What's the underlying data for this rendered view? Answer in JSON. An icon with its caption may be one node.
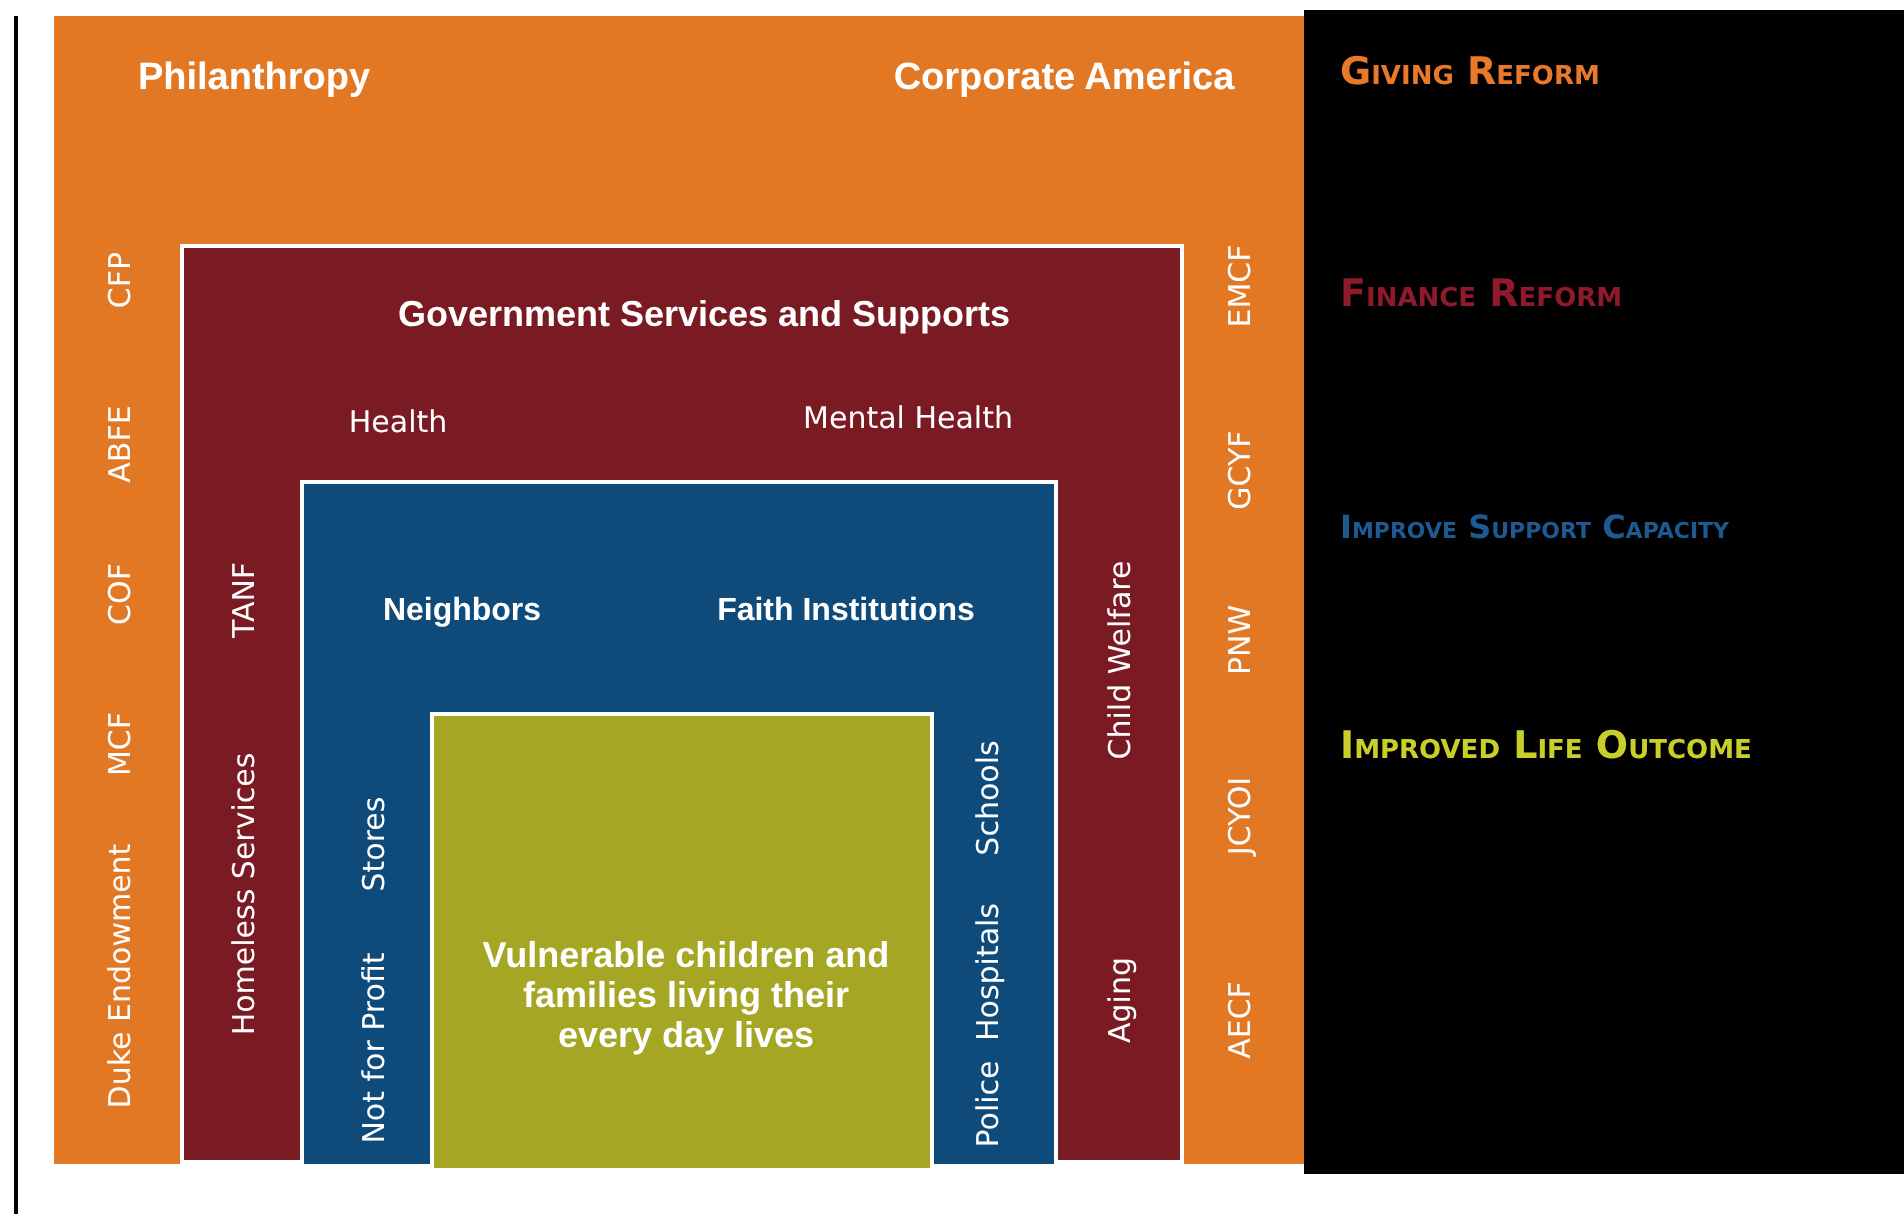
{
  "diagram": {
    "nodes": [
      {
        "text": [
          "Philanthropy",
          "Corporate America",
          "CFP",
          "ABFE",
          "COF",
          "MCF",
          "Duke Endowment",
          "EMCF",
          "GCYF",
          "PNW",
          "JCYOI",
          "AECF"
        ]
      },
      {
        "text": [
          "Government Services and Supports",
          "Health",
          "Mental Health",
          "TANF",
          "Homeless Services",
          "Child Welfare",
          "Aging"
        ],
        "in": 0
      },
      {
        "text": [
          "Neighbors",
          "Faith Institutions",
          "Stores",
          "Not for Profit",
          "Schools",
          "Hospitals",
          "Police"
        ],
        "in": 1
      },
      {
        "text": [
          "Vulnerable children and families living their every day lives"
        ],
        "in": 2
      }
    ],
    "labels": [
      "Giving Reform",
      "Finance Reform",
      "Improve Support Capacity",
      "Improved Life Outcome"
    ]
  }
}
